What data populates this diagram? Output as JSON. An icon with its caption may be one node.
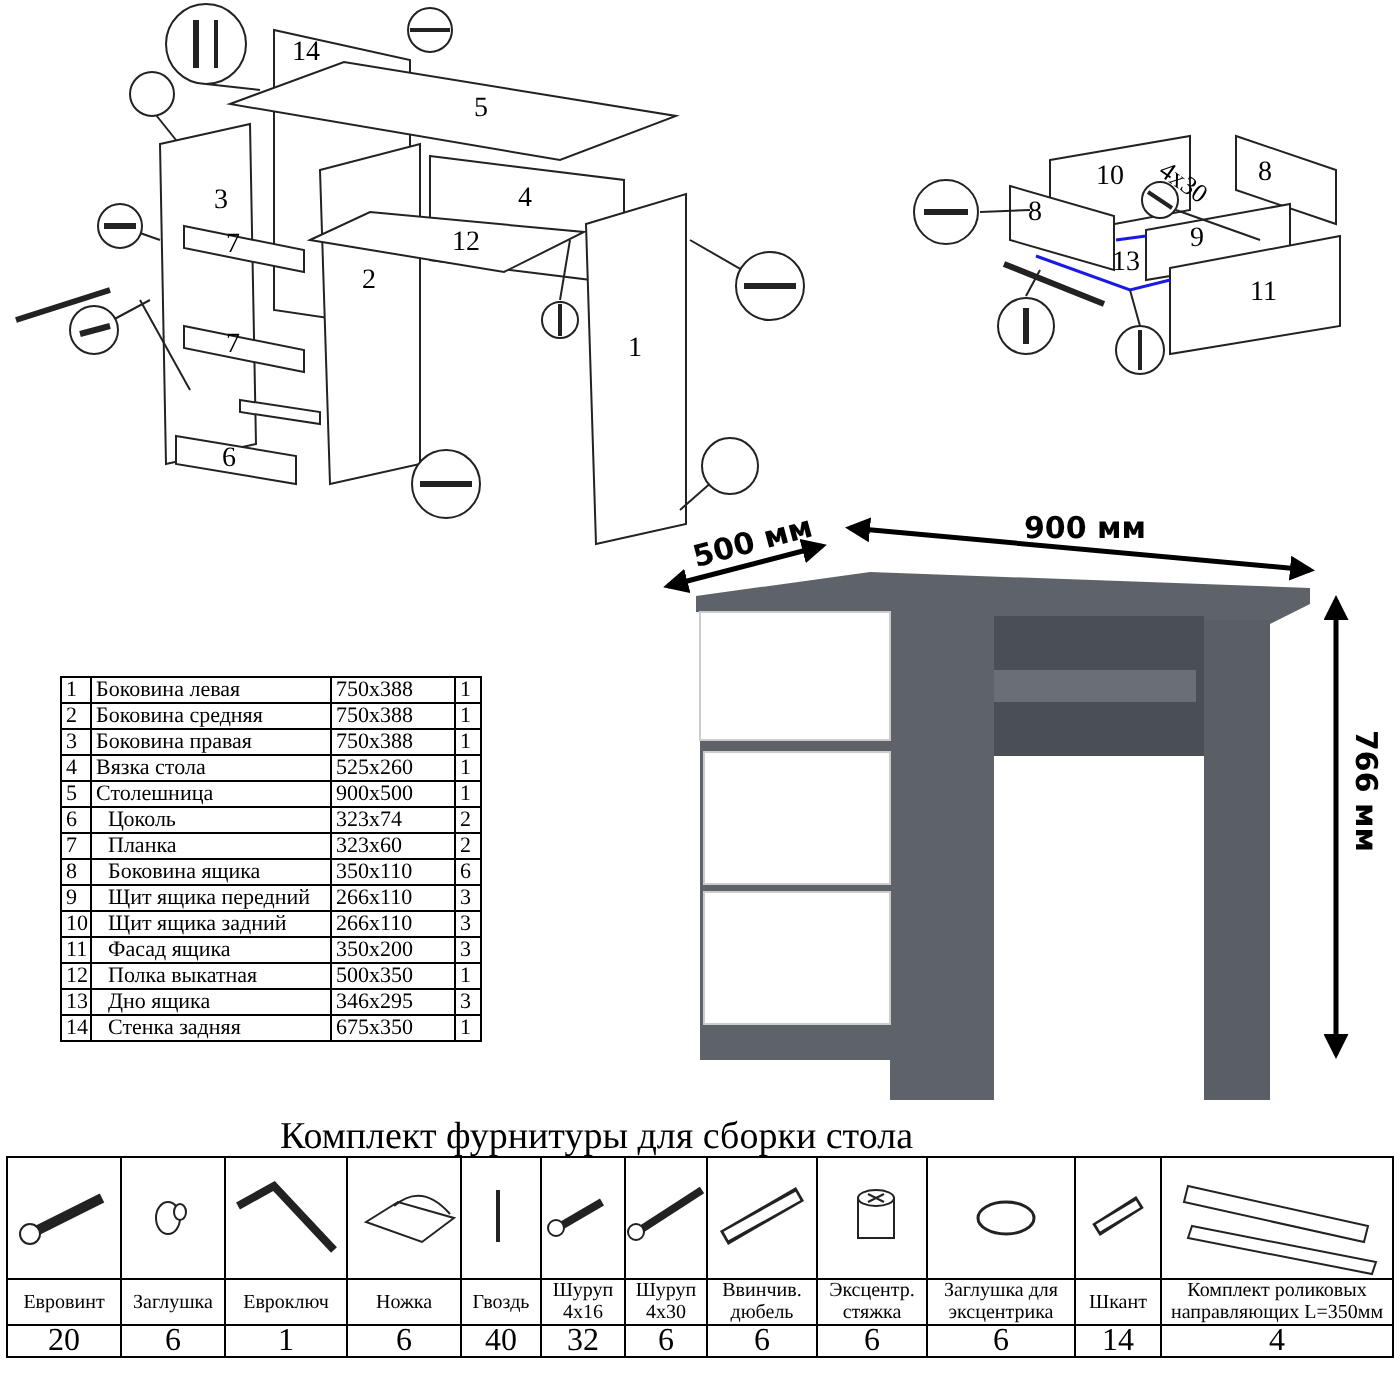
{
  "diagram": {
    "labels": [
      "14",
      "5",
      "3",
      "4",
      "7",
      "12",
      "2",
      "7",
      "1",
      "6",
      "10",
      "4x30",
      "8",
      "8",
      "9",
      "13",
      "11",
      "500 мм",
      "900 мм",
      "766 мм",
      "1",
      "Боковина левая",
      "750x388",
      "1",
      "2",
      "Боковина средняя",
      "750x388",
      "1",
      "3",
      "Боковина правая",
      "750x388",
      "1",
      "4",
      "Вязка стола",
      "525x260",
      "1",
      "5",
      "Столешница",
      "900x500",
      "1",
      "6",
      "Цоколь",
      "323x74",
      "2",
      "7",
      "Планка",
      "323x60",
      "2",
      "8",
      "Боковина ящика",
      "350x110",
      "6",
      "9",
      "Щит ящика передний",
      "266x110",
      "3",
      "10",
      "Щит ящика задний",
      "266x110",
      "3",
      "11",
      "Фасад ящика",
      "350x200",
      "3",
      "12",
      "Полка выкатная",
      "500x350",
      "1",
      "13",
      "Дно ящика",
      "346x295",
      "3",
      "14",
      "Стенка задняя",
      "675x350",
      "1",
      "Комплект фурнитуры для сборки стола",
      "Евровинт",
      "Заглушка",
      "Евроключ",
      "Ножка",
      "Гвоздь",
      "Шуруп 4x16",
      "Шуруп 4x30",
      "Ввинчив. дюбель",
      "Эксцентр. стяжка",
      "Заглушка для эксцентрика",
      "Шкант",
      "Комплект роликовых направляющих L=350мм",
      "20",
      "6",
      "1",
      "6",
      "40",
      "32",
      "6",
      "6",
      "6",
      "6",
      "14",
      "4"
    ]
  }
}
